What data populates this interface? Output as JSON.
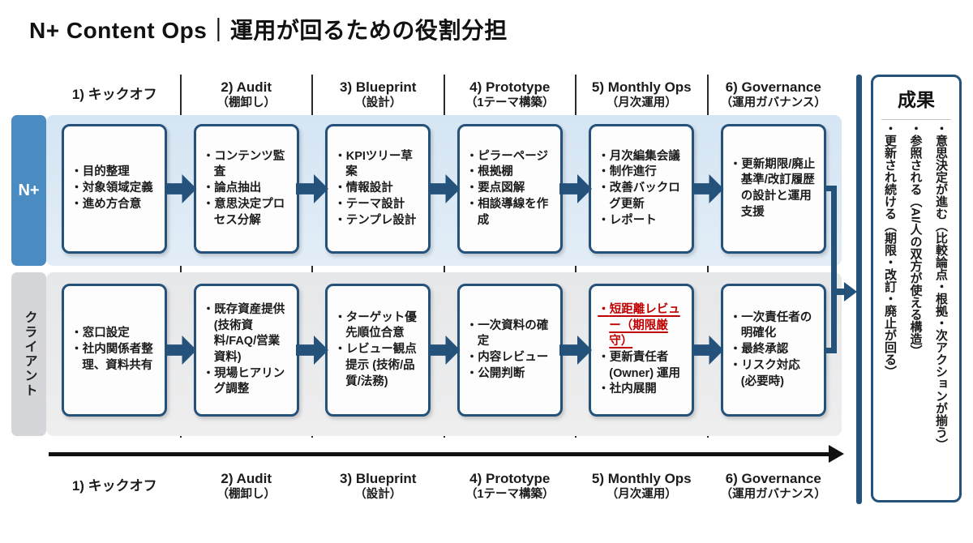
{
  "title": "N+ Content Ops｜運用が回るための役割分担",
  "stages": [
    {
      "num": "1) キックオフ",
      "sub": ""
    },
    {
      "num": "2) Audit",
      "sub": "（棚卸し）"
    },
    {
      "num": "3) Blueprint",
      "sub": "（設計）"
    },
    {
      "num": "4) Prototype",
      "sub": "（1テーマ構築）"
    },
    {
      "num": "5) Monthly Ops",
      "sub": "（月次運用）"
    },
    {
      "num": "6) Governance",
      "sub": "（運用ガバナンス）"
    }
  ],
  "lanes": [
    {
      "label": "N+",
      "boxes": [
        {
          "items": [
            {
              "t": "目的整理"
            },
            {
              "t": "対象領域定義"
            },
            {
              "t": "進め方合意"
            }
          ]
        },
        {
          "items": [
            {
              "t": "コンテンツ監査"
            },
            {
              "t": "論点抽出"
            },
            {
              "t": "意思決定プロセス分解"
            }
          ]
        },
        {
          "items": [
            {
              "t": "KPIツリー草案"
            },
            {
              "t": "情報設計"
            },
            {
              "t": "テーマ設計"
            },
            {
              "t": "テンプレ設計"
            }
          ]
        },
        {
          "items": [
            {
              "t": "ピラーページ"
            },
            {
              "t": "根拠棚"
            },
            {
              "t": "要点図解"
            },
            {
              "t": "相談導線を作成"
            }
          ]
        },
        {
          "items": [
            {
              "t": "月次編集会議"
            },
            {
              "t": "制作進行"
            },
            {
              "t": "改善バックログ更新"
            },
            {
              "t": "レポート"
            }
          ]
        },
        {
          "items": [
            {
              "t": "更新期限/廃止基準/改訂履歴の設計と運用支援"
            }
          ]
        }
      ]
    },
    {
      "label": "クライアント",
      "boxes": [
        {
          "items": [
            {
              "t": "窓口設定"
            },
            {
              "t": "社内関係者整理、資料共有"
            }
          ]
        },
        {
          "items": [
            {
              "t": "既存資産提供 (技術資料/FAQ/営業資料)"
            },
            {
              "t": "現場ヒアリング調整"
            }
          ]
        },
        {
          "items": [
            {
              "t": "ターゲット優先順位合意"
            },
            {
              "t": "レビュー観点提示 (技術/品質/法務)"
            }
          ]
        },
        {
          "items": [
            {
              "t": "一次資料の確定"
            },
            {
              "t": "内容レビュー"
            },
            {
              "t": "公開判断"
            }
          ]
        },
        {
          "items": [
            {
              "t": "短距離レビュー（期限厳守）",
              "hl": true
            },
            {
              "t": "更新責任者 (Owner) 運用"
            },
            {
              "t": "社内展開"
            }
          ]
        },
        {
          "items": [
            {
              "t": "一次責任者の明確化"
            },
            {
              "t": "最終承認"
            },
            {
              "t": "リスク対応 (必要時)"
            }
          ]
        }
      ]
    }
  ],
  "outcome": {
    "title": "成果",
    "items": [
      "意思決定が進む（比較論点・根拠・次アクションが揃う）",
      "参照される（AI/人の双方が使える構造）",
      "更新され続ける（期限・改訂・廃止が回る）"
    ]
  },
  "colors": {
    "navy": "#24527a",
    "np_label_blue": "#4a8bc2",
    "lane_blue": "#d9e7f4",
    "lane_gray": "#e9eaec",
    "client_label_gray": "#d4d6d9",
    "highlight_red": "#c00000",
    "timeline_black": "#111111"
  }
}
